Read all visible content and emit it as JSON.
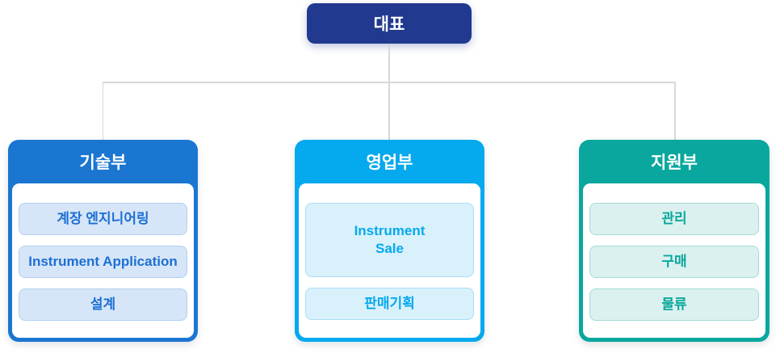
{
  "root": {
    "label": "대표",
    "bg": "#21398f",
    "text_color": "#ffffff"
  },
  "connector_color": "#d8d8d8",
  "departments": [
    {
      "name": "기술부",
      "items": [
        "계장 엔지니어링",
        "Instrument Application",
        "설계"
      ],
      "colors": {
        "header_bg": "#1b76d2",
        "item_bg": "#d6e6f8",
        "item_border": "#b3d0f2",
        "item_text": "#1d6fd3"
      }
    },
    {
      "name": "영업부",
      "items": [
        "Instrument\nSale",
        "판매기획"
      ],
      "colors": {
        "header_bg": "#04a9ee",
        "item_bg": "#d9f1fb",
        "item_border": "#a8dff6",
        "item_text": "#04a9ee"
      }
    },
    {
      "name": "지원부",
      "items": [
        "관리",
        "구매",
        "물류"
      ],
      "colors": {
        "header_bg": "#09a79d",
        "item_bg": "#dbf1ef",
        "item_border": "#a3dcd6",
        "item_text": "#0aa79d"
      }
    }
  ]
}
